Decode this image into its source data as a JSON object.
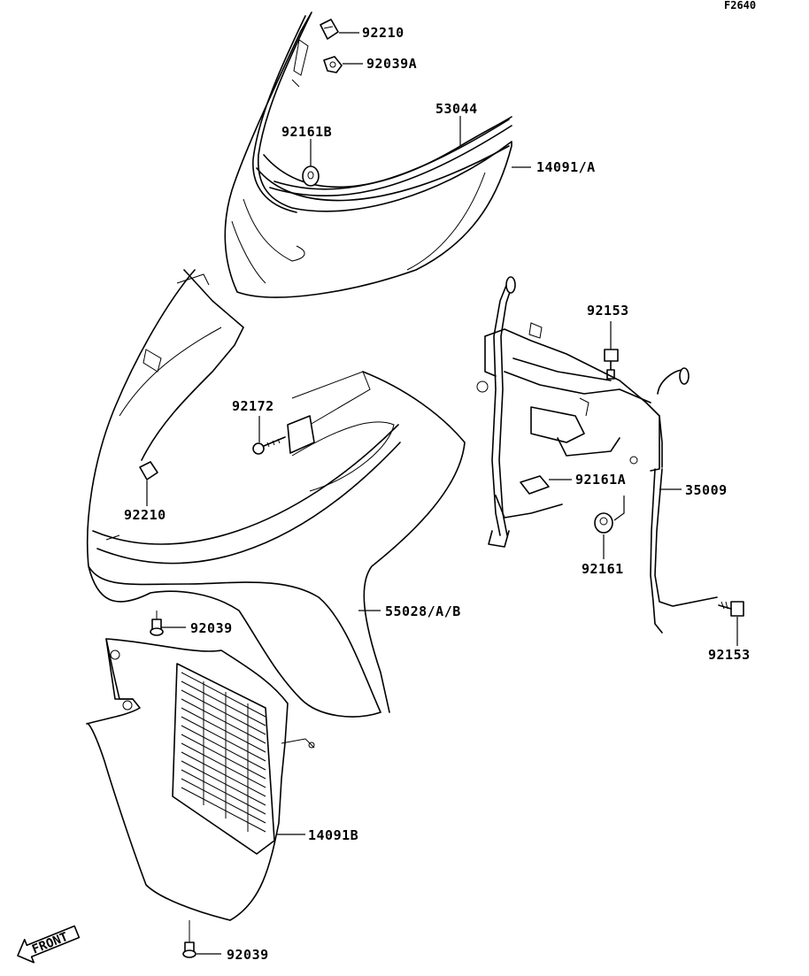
{
  "diagram_code": "F2640",
  "front_arrow_label": "FRONT",
  "parts": {
    "p92210_top": "92210",
    "p92039A": "92039A",
    "p53044": "53044",
    "p92161B": "92161B",
    "p14091A": "14091/A",
    "p92153_top": "92153",
    "p92172": "92172",
    "p92210_mid": "92210",
    "p92161A": "92161A",
    "p35009": "35009",
    "p92161": "92161",
    "p55028": "55028/A/B",
    "p92039_mid": "92039",
    "p92153_bot": "92153",
    "p14091B": "14091B",
    "p92039_bot": "92039"
  }
}
